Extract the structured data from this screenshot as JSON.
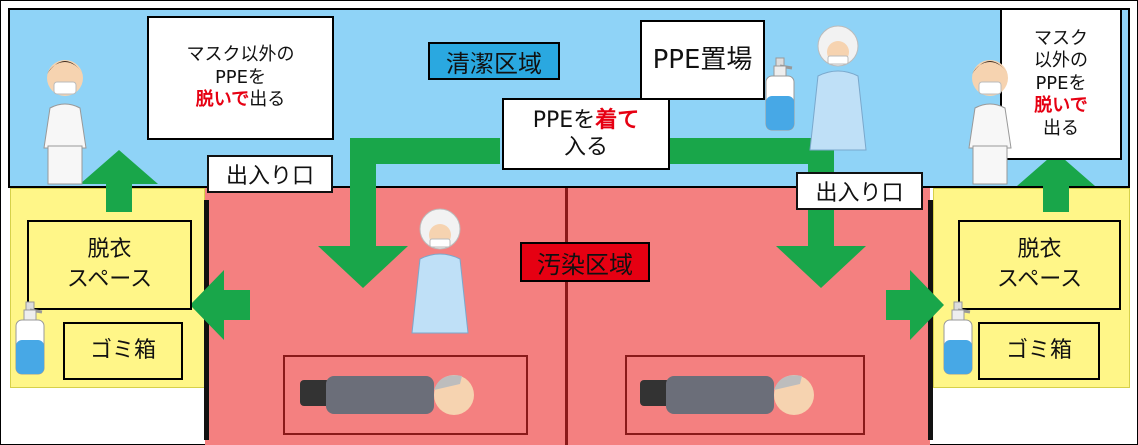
{
  "zones": {
    "clean_label": "清潔区域",
    "contaminated_label": "汚染区域"
  },
  "notes": {
    "left_doff_1": "マスク以外の",
    "left_doff_2": "PPEを",
    "left_doff_em": "脱いで",
    "left_doff_3": "出る",
    "ppe_storage": "PPE置場",
    "don_1": "PPEを",
    "don_em": "着て",
    "don_2": "入る",
    "right_doff_1": "マスク",
    "right_doff_2": "以外の",
    "right_doff_3": "PPEを",
    "right_doff_em": "脱いで",
    "right_doff_4": "出る"
  },
  "doors": {
    "left": "出入り口",
    "right": "出入り口"
  },
  "left_space": {
    "undress_1": "脱衣",
    "undress_2": "スペース",
    "trash": "ゴミ箱"
  },
  "right_space": {
    "undress_1": "脱衣",
    "undress_2": "スペース",
    "trash": "ゴミ箱"
  },
  "colors": {
    "clean_area": "#8fd3f7",
    "contaminated_area": "#f48080",
    "undress_area": "#fff688",
    "arrow": "#19a64a",
    "emphasis": "#e60012"
  },
  "icons": [
    "nurse-icon",
    "ppe-gowned-person-icon",
    "sanitizer-bottle-icon",
    "patient-in-bed-icon",
    "arrow-icon"
  ]
}
